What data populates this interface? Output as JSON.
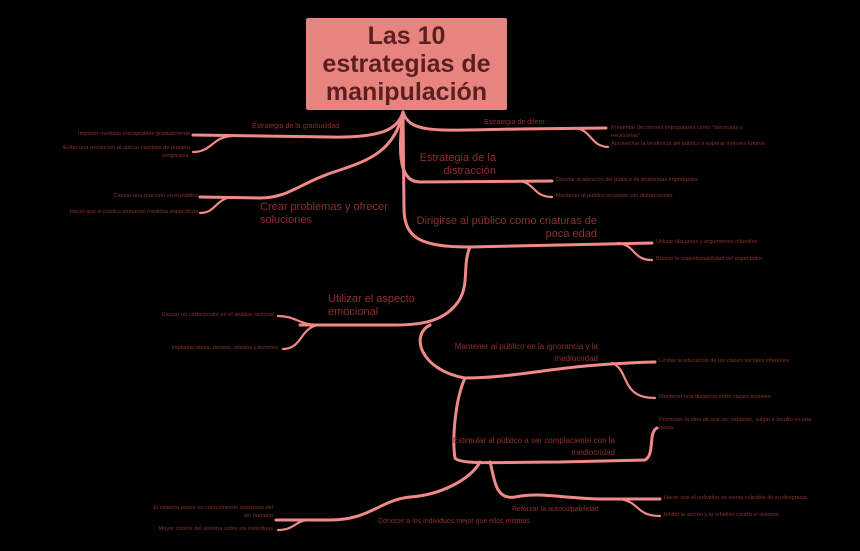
{
  "title": "Las 10 estrategias de manipulación",
  "colors": {
    "background": "#000000",
    "title_box": "#e8847f",
    "links": "#ef8a88",
    "text": "#8e2f2f"
  },
  "branches": [
    {
      "label": "Estrategia de la gradualidad",
      "children": [
        "Imponer medidas inaceptables gradualmente",
        "Evitar una revolución al aplicar cambios de manera progresiva."
      ]
    },
    {
      "label": "Estrategia de diferir",
      "children": [
        "Presentar decisiones impopulares como \"dolorosas y necesarias\"",
        "Aprovechar la tendencia del público a esperar mejores futuros"
      ]
    },
    {
      "label": "Estrategia de la distracción",
      "children": [
        "Desviar la atención del público de problemas importantes",
        "Mantener al público ocupado con distracciones"
      ]
    },
    {
      "label": "Crear problemas y ofrecer soluciones",
      "children": [
        "Causar una reacción en el público",
        "Hacer que el público demande medidas específicas"
      ]
    },
    {
      "label": "Dirigirse al público como criaturas de poca edad",
      "children": [
        "Utilizar discursos y argumentos infantiles",
        "Buscar la sugestionabilidad del espectador"
      ]
    },
    {
      "label": "Utilizar el aspecto emocional",
      "children": [
        "Causar un cortocircuito en el análisis racional",
        "Implantar ideas, deseos, miedos y temores"
      ]
    },
    {
      "label": "Mantener al público en la ignorancia y la mediocridad",
      "children": [
        "Limitar la educación de las clases sociales inferiores",
        "Mantener una distancia entre clases sociales"
      ]
    },
    {
      "label": "Estimular al público a ser complaciente con la mediocridad",
      "children": [
        "Promover la idea de que ser estúpido, vulgar e inculto es una moda."
      ]
    },
    {
      "label": "Reforzar la autoculpabilidad",
      "children": [
        "Hacer que el individuo se sienta culpable de su desgracia.",
        "Inhibir la acción y la rebelión contra el sistema."
      ]
    },
    {
      "label": "Conocer a los individuos mejor que ellos mismos",
      "children": [
        "El sistema posee un conocimiento avanzado del ser humano",
        "Mayor control del sistema sobre los individuos"
      ]
    }
  ]
}
